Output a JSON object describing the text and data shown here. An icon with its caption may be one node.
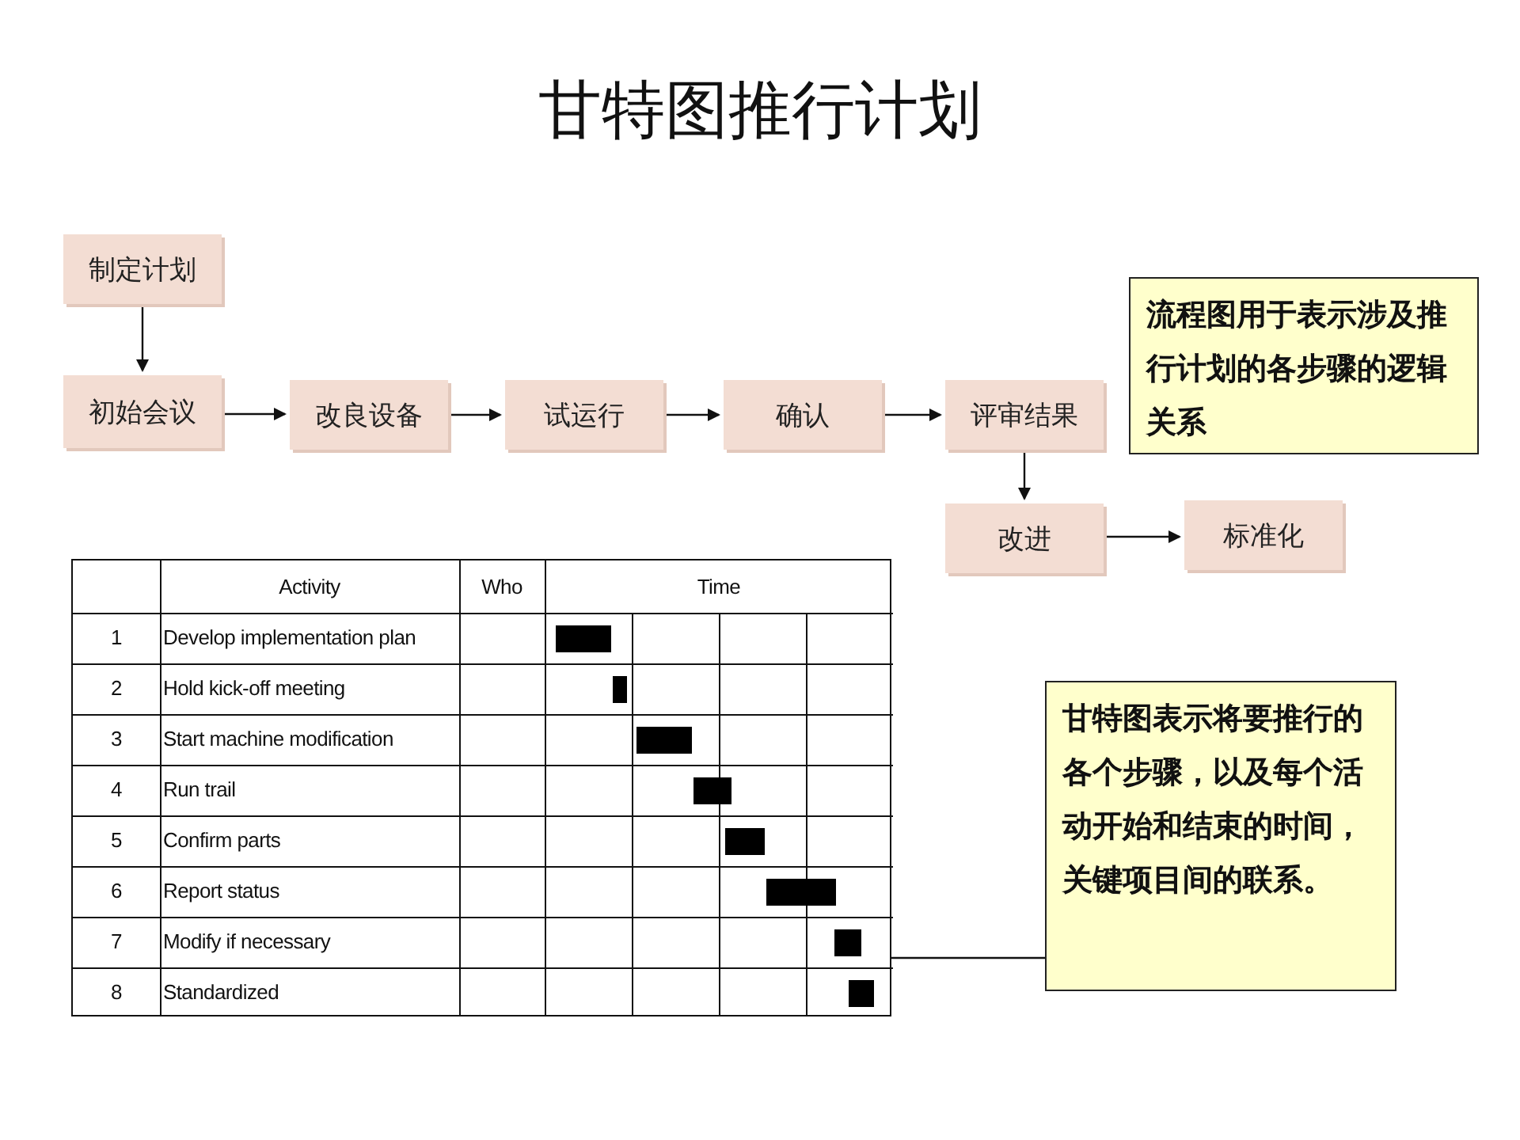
{
  "diagram": {
    "title": "甘特图推行计划",
    "nodes": [
      {
        "text": [
          "制定计划"
        ]
      },
      {
        "text": [
          "初始会议"
        ]
      },
      {
        "text": [
          "改良设备"
        ]
      },
      {
        "text": [
          "试运行"
        ]
      },
      {
        "text": [
          "确认"
        ]
      },
      {
        "text": [
          "评审结果"
        ]
      },
      {
        "text": [
          "改进"
        ]
      },
      {
        "text": [
          "标准化"
        ]
      },
      {
        "text": [
          "流程图用于表示涉及推行计划的各步骤的逻辑关系"
        ]
      },
      {
        "text": [
          "甘特图表示将要推行的各个步骤，以及每个活动开始和结束的时间，关键项目间的联系。"
        ]
      },
      {
        "text": [],
        "shape": "box"
      }
    ],
    "edges": [
      {
        "from": 0,
        "to": 1,
        "arrow": "to"
      },
      {
        "from": 1,
        "to": 2,
        "arrow": "to"
      },
      {
        "from": 2,
        "to": 3,
        "arrow": "to"
      },
      {
        "from": 3,
        "to": 4,
        "arrow": "to"
      },
      {
        "from": 4,
        "to": 5,
        "arrow": "to"
      },
      {
        "from": 5,
        "to": 6,
        "arrow": "to"
      },
      {
        "from": 6,
        "to": 7,
        "arrow": "to"
      },
      {
        "from": 9,
        "to": 10,
        "arrow": "none"
      }
    ],
    "labels": [
      "Activity",
      "Who",
      "Time",
      "1",
      "Develop implementation plan",
      "2",
      "Hold kick-off meeting",
      "3",
      "Start machine modification",
      "4",
      "Run trail",
      "5",
      "Confirm parts",
      "6",
      "Report status",
      "7",
      "Modify if necessary",
      "8",
      "Standardized"
    ]
  }
}
